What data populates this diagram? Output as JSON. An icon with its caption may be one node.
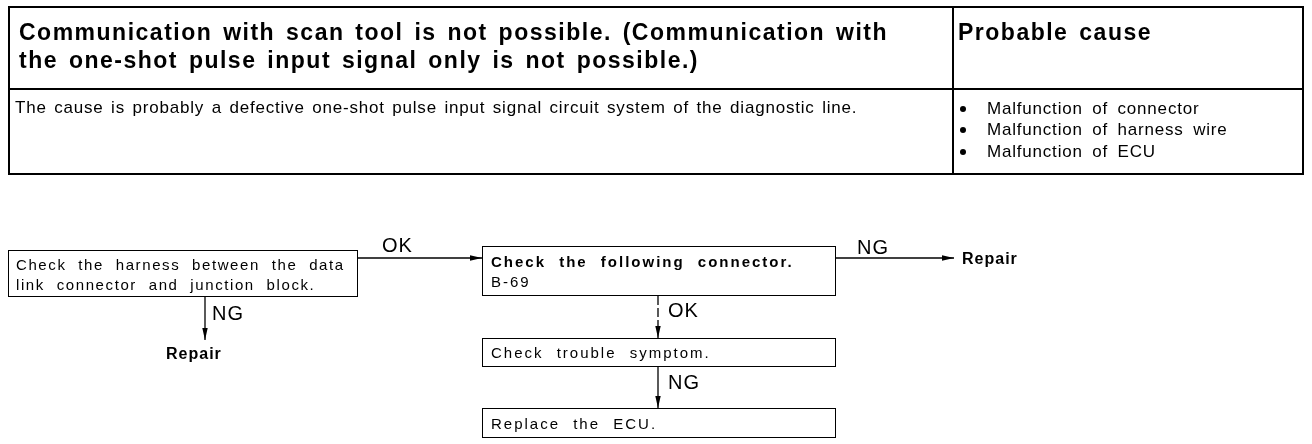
{
  "diagram": {
    "nodes": [
      {
        "text": [
          "Check the harness between the data link connector and junction block."
        ]
      },
      {
        "text": [
          "Check the following connector.",
          "B-69"
        ]
      },
      {
        "text": [
          "Repair"
        ]
      },
      {
        "text": [
          "Repair"
        ]
      },
      {
        "text": [
          "Check trouble symptom."
        ]
      },
      {
        "text": [
          "Replace the ECU."
        ]
      }
    ],
    "edges": [
      {
        "from": 0,
        "to": 1,
        "arrow": "to",
        "label": "OK"
      },
      {
        "from": 1,
        "to": 2,
        "arrow": "to",
        "label": "NG"
      },
      {
        "from": 0,
        "to": 3,
        "arrow": "to",
        "label": "NG"
      },
      {
        "from": 1,
        "to": 4,
        "arrow": "to",
        "label": "OK",
        "style": "dashed"
      },
      {
        "from": 4,
        "to": 5,
        "arrow": "to",
        "label": "NG"
      }
    ],
    "labels": [
      "Communication with scan tool is not possible. (Communication with the one-shot pulse input signal only is not possible.)",
      "Probable cause",
      "The cause is probably a defective one-shot pulse input signal circuit system of the diagnostic line.",
      "Malfunction of connector",
      "Malfunction of harness wire",
      "Malfunction of ECU"
    ]
  }
}
